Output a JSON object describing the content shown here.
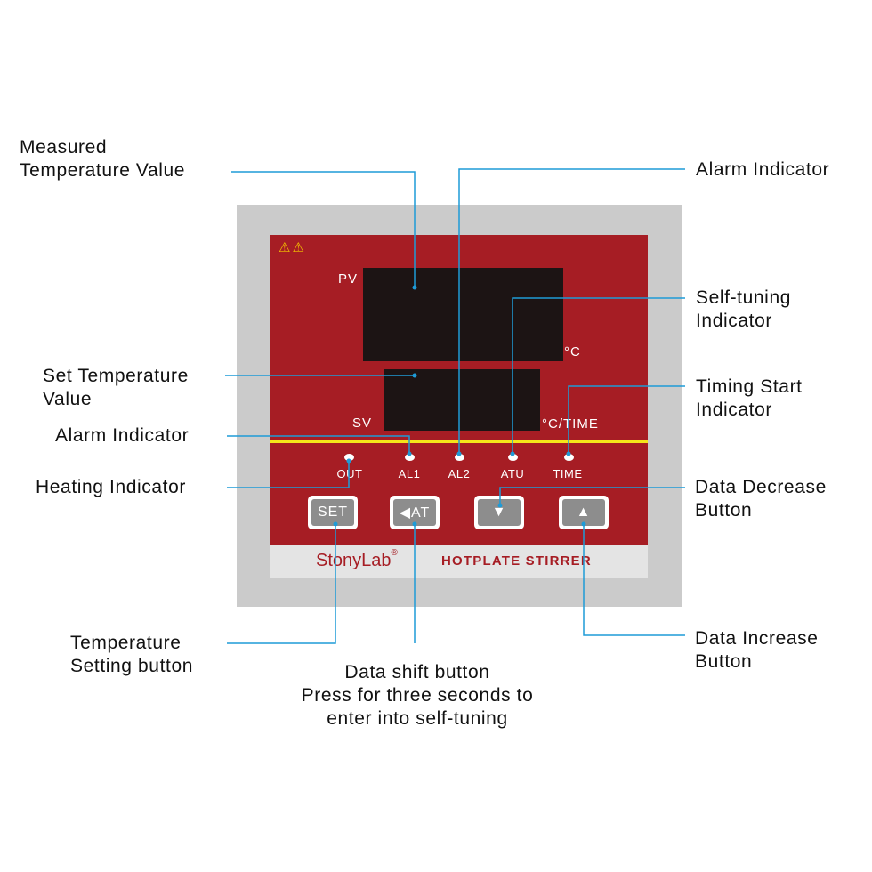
{
  "callouts": {
    "measured_temp": "Measured\nTemperature Value",
    "alarm_top": "Alarm Indicator",
    "self_tuning": "Self-tuning\nIndicator",
    "set_temp": "Set Temperature\nValue",
    "timing_start": "Timing Start\nIndicator",
    "alarm_left": "Alarm Indicator",
    "heating": "Heating Indicator",
    "data_decrease": "Data Decrease\nButton",
    "temp_setting": "Temperature\nSetting button",
    "data_shift": "Data shift button\nPress for three seconds to\nenter into self-tuning",
    "data_increase": "Data Increase\nButton"
  },
  "panel": {
    "pv_label": "PV",
    "sv_label": "SV",
    "unit_c": "°C",
    "unit_c_time": "°C/TIME",
    "warning_symbols": "⚠⚠",
    "indicators": [
      "OUT",
      "AL1",
      "AL2",
      "ATU",
      "TIME"
    ],
    "buttons": {
      "set": "SET",
      "shift_at": "◀AT",
      "down": "▼",
      "up": "▲"
    },
    "brand": "StonyLab",
    "brand_mark": "®",
    "model": "HOTPLATE STIRRER"
  },
  "colors": {
    "panel_red": "#a61d24",
    "bezel_grey": "#cbcbcb",
    "leader_blue": "#1e9bd7",
    "yellow_line": "#f5e51a"
  }
}
